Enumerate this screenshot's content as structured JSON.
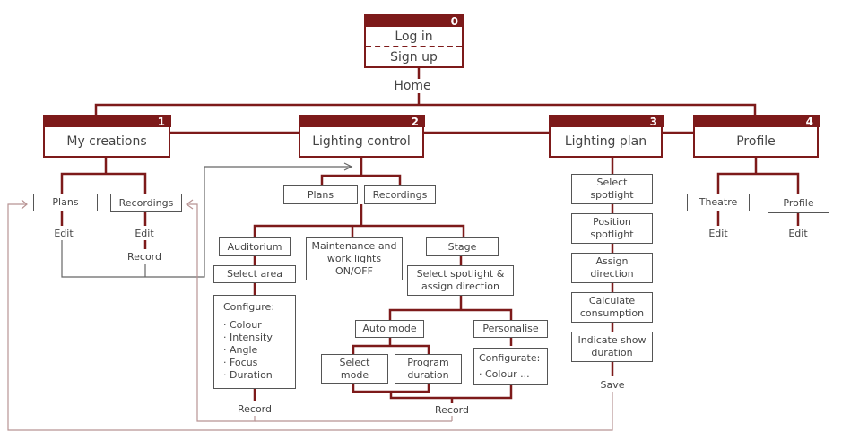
{
  "colors": {
    "primary": "#7d1a1a",
    "box_border": "#555555",
    "flow_return": "#b89494",
    "flow_gray": "#666666"
  },
  "root": {
    "number": "0",
    "login": "Log in",
    "signup": "Sign up",
    "home": "Home"
  },
  "sections": [
    {
      "number": "1",
      "title": "My creations",
      "children": [
        {
          "label": "Plans",
          "actions": [
            "Edit"
          ]
        },
        {
          "label": "Recordings",
          "actions": [
            "Edit",
            "Record"
          ]
        }
      ]
    },
    {
      "number": "2",
      "title": "Lighting control",
      "children": [
        {
          "label": "Plans"
        },
        {
          "label": "Recordings"
        }
      ],
      "branches": {
        "auditorium": {
          "label": "Auditorium",
          "select": "Select area",
          "configure_title": "Configure:",
          "configure_items": [
            "· Colour",
            "· Intensity",
            "· Angle",
            "· Focus",
            "· Duration"
          ],
          "record": "Record"
        },
        "maintenance": {
          "label": "Maintenance and work lights ON/OFF"
        },
        "stage": {
          "label": "Stage",
          "select": "Select spotlight & assign direction",
          "auto_mode": "Auto mode",
          "select_mode": "Select mode",
          "program_duration": "Program duration",
          "personalise": "Personalise",
          "configurate_title": "Configurate:",
          "configurate_items": [
            "· Colour ..."
          ],
          "record": "Record"
        }
      }
    },
    {
      "number": "3",
      "title": "Lighting plan",
      "steps": [
        "Select spotlight",
        "Position spotlight",
        "Assign direction",
        "Calculate consumption",
        "Indicate show duration"
      ],
      "save": "Save"
    },
    {
      "number": "4",
      "title": "Profile",
      "children": [
        {
          "label": "Theatre",
          "actions": [
            "Edit"
          ]
        },
        {
          "label": "Profile",
          "actions": [
            "Edit"
          ]
        }
      ]
    }
  ]
}
